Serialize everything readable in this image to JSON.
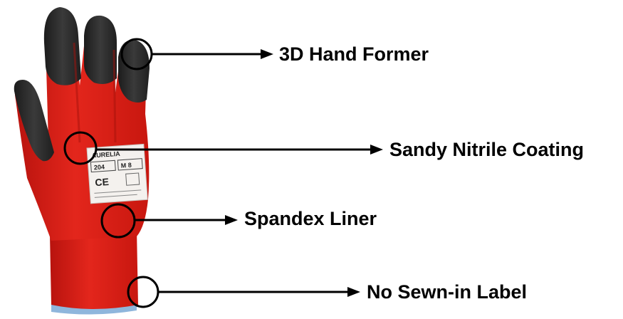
{
  "product": {
    "label_lines": [
      "AURELIA",
      "204",
      "M 8"
    ],
    "ce_mark": "CE"
  },
  "callouts": [
    {
      "text": "3D Hand Former"
    },
    {
      "text": "Sandy Nitrile Coating"
    },
    {
      "text": "Spandex Liner"
    },
    {
      "text": "No Sewn-in Label"
    }
  ],
  "colors": {
    "glove_red": "#e0201a",
    "glove_red_dark": "#b51510",
    "coating_black": "#2a2a2a",
    "cuff_blue": "#8fb6dc",
    "line": "#000000"
  }
}
